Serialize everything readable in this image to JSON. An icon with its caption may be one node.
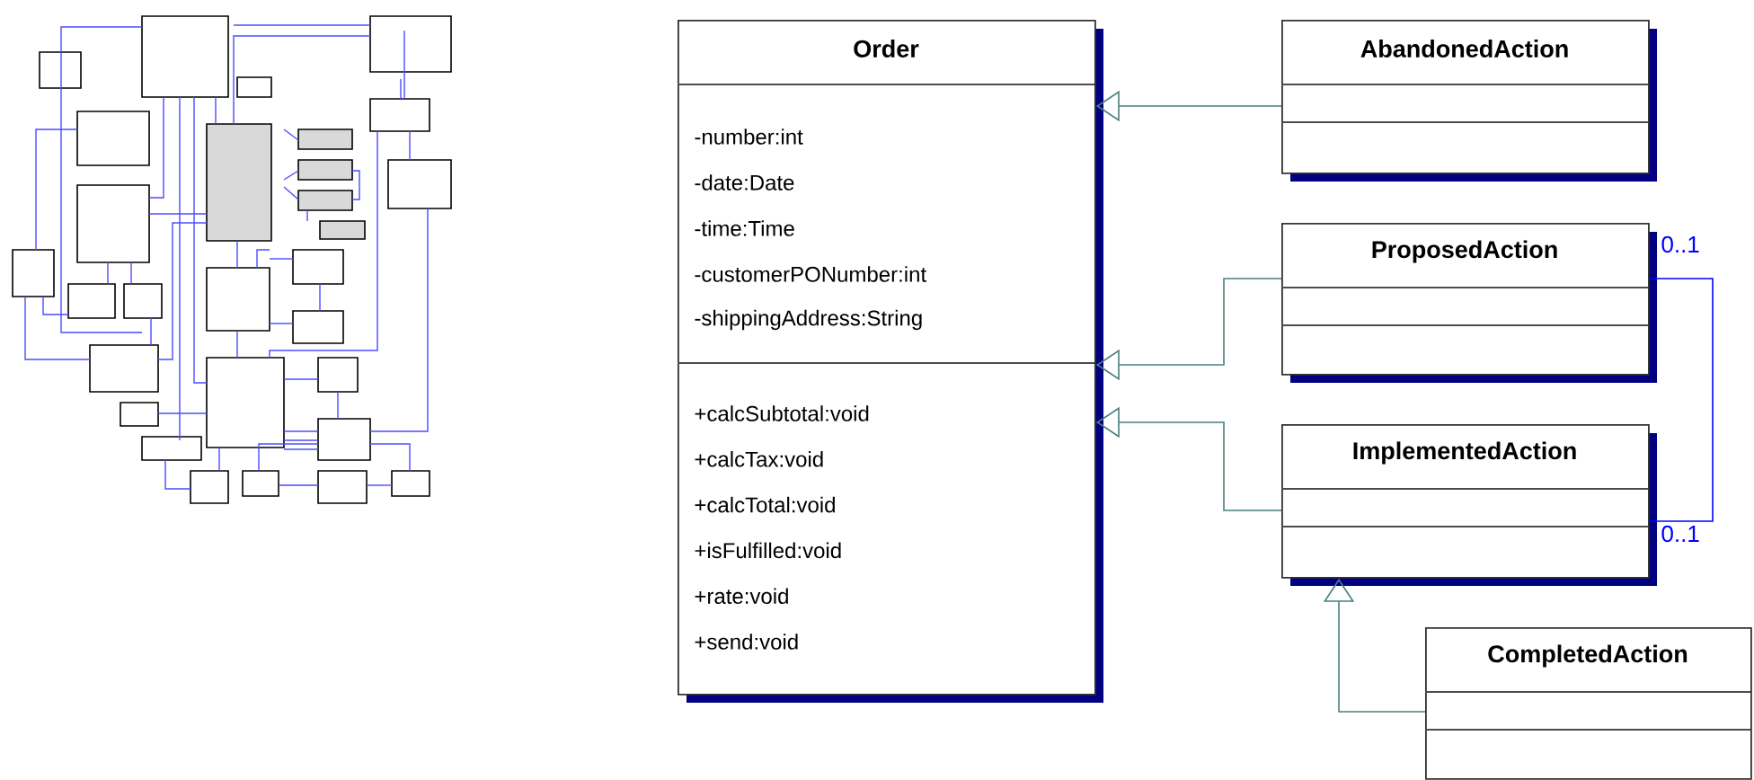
{
  "diagram": {
    "nodes": [
      {
        "text": [
          "Order",
          "-number:int",
          "-date:Date",
          "-time:Time",
          "-customerPONumber:int",
          "-shippingAddress:String",
          "+calcSubtotal:void",
          "+calcTax:void",
          "+calcTotal:void",
          "+isFulfilled:void",
          "+rate:void",
          "+send:void"
        ]
      },
      {
        "text": [
          "AbandonedAction"
        ]
      },
      {
        "text": [
          "ProposedAction"
        ]
      },
      {
        "text": [
          "ImplementedAction"
        ]
      },
      {
        "text": [
          "CompletedAction"
        ]
      }
    ],
    "edges": [
      {
        "from": 1,
        "to": 0,
        "arrow": "to"
      },
      {
        "from": 2,
        "to": 0,
        "arrow": "to"
      },
      {
        "from": 3,
        "to": 0,
        "arrow": "to"
      },
      {
        "from": 4,
        "to": 3,
        "arrow": "to"
      },
      {
        "from": 2,
        "to": 3,
        "arrow": "none",
        "color": "#0000ff"
      }
    ],
    "labels": [
      "0..1",
      "0..1"
    ]
  }
}
